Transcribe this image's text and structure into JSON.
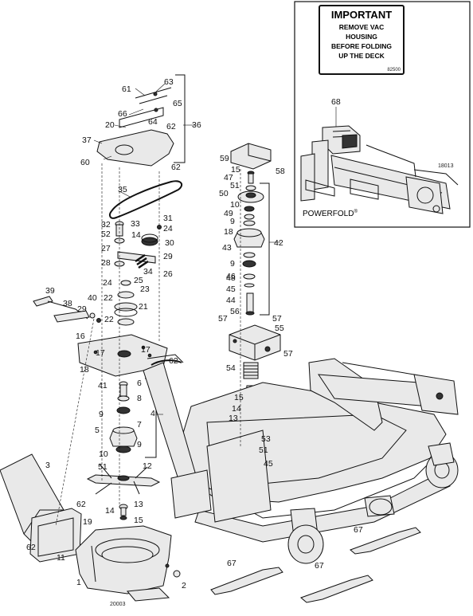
{
  "inset": {
    "sign_lines": [
      "IMPORTANT",
      "REMOVE VAC",
      "HOUSING",
      "BEFORE FOLDING",
      "UP THE DECK"
    ],
    "sign_code": "82500",
    "callout": "68",
    "ref_number": "18013",
    "brand": "POWERFOLD",
    "brand_mark": "®"
  },
  "drawing_number": "20003",
  "callouts": [
    {
      "id": "61",
      "text": "61"
    },
    {
      "id": "63",
      "text": "63"
    },
    {
      "id": "65",
      "text": "65"
    },
    {
      "id": "66",
      "text": "66"
    },
    {
      "id": "64",
      "text": "64"
    },
    {
      "id": "20",
      "text": "20"
    },
    {
      "id": "62a",
      "text": "62"
    },
    {
      "id": "36",
      "text": "36"
    },
    {
      "id": "37",
      "text": "37"
    },
    {
      "id": "60",
      "text": "60"
    },
    {
      "id": "62b",
      "text": "62"
    },
    {
      "id": "35",
      "text": "35"
    },
    {
      "id": "32",
      "text": "32"
    },
    {
      "id": "33",
      "text": "33"
    },
    {
      "id": "31",
      "text": "31"
    },
    {
      "id": "52",
      "text": "52"
    },
    {
      "id": "14a",
      "text": "14"
    },
    {
      "id": "24a",
      "text": "24"
    },
    {
      "id": "30",
      "text": "30"
    },
    {
      "id": "27",
      "text": "27"
    },
    {
      "id": "29a",
      "text": "29"
    },
    {
      "id": "28",
      "text": "28"
    },
    {
      "id": "34",
      "text": "34"
    },
    {
      "id": "26",
      "text": "26"
    },
    {
      "id": "24b",
      "text": "24"
    },
    {
      "id": "25",
      "text": "25"
    },
    {
      "id": "23",
      "text": "23"
    },
    {
      "id": "39",
      "text": "39"
    },
    {
      "id": "22a",
      "text": "22"
    },
    {
      "id": "40",
      "text": "40"
    },
    {
      "id": "38",
      "text": "38"
    },
    {
      "id": "21",
      "text": "21"
    },
    {
      "id": "29b",
      "text": "29"
    },
    {
      "id": "22b",
      "text": "22"
    },
    {
      "id": "16",
      "text": "16"
    },
    {
      "id": "17a",
      "text": "17"
    },
    {
      "id": "17b",
      "text": "17"
    },
    {
      "id": "62c",
      "text": "62"
    },
    {
      "id": "18",
      "text": "18"
    },
    {
      "id": "41",
      "text": "41"
    },
    {
      "id": "6",
      "text": "6"
    },
    {
      "id": "8",
      "text": "8"
    },
    {
      "id": "9a",
      "text": "9"
    },
    {
      "id": "7",
      "text": "7"
    },
    {
      "id": "4",
      "text": "4"
    },
    {
      "id": "5",
      "text": "5"
    },
    {
      "id": "9b",
      "text": "9"
    },
    {
      "id": "10a",
      "text": "10"
    },
    {
      "id": "51a",
      "text": "51"
    },
    {
      "id": "12",
      "text": "12"
    },
    {
      "id": "3",
      "text": "3"
    },
    {
      "id": "62d",
      "text": "62"
    },
    {
      "id": "14b",
      "text": "14"
    },
    {
      "id": "13a",
      "text": "13"
    },
    {
      "id": "15a",
      "text": "15"
    },
    {
      "id": "19",
      "text": "19"
    },
    {
      "id": "62e",
      "text": "62"
    },
    {
      "id": "11",
      "text": "11"
    },
    {
      "id": "1",
      "text": "1"
    },
    {
      "id": "2",
      "text": "2"
    },
    {
      "id": "59",
      "text": "59"
    },
    {
      "id": "58",
      "text": "58"
    },
    {
      "id": "15b",
      "text": "15"
    },
    {
      "id": "47",
      "text": "47"
    },
    {
      "id": "51b",
      "text": "51"
    },
    {
      "id": "50",
      "text": "50"
    },
    {
      "id": "10b",
      "text": "10"
    },
    {
      "id": "49",
      "text": "49"
    },
    {
      "id": "9c",
      "text": "9"
    },
    {
      "id": "18b",
      "text": "18"
    },
    {
      "id": "42",
      "text": "42"
    },
    {
      "id": "43",
      "text": "43"
    },
    {
      "id": "9d",
      "text": "9"
    },
    {
      "id": "48",
      "text": "48"
    },
    {
      "id": "46",
      "text": "46"
    },
    {
      "id": "45a",
      "text": "45"
    },
    {
      "id": "44",
      "text": "44"
    },
    {
      "id": "56",
      "text": "56"
    },
    {
      "id": "57a",
      "text": "57"
    },
    {
      "id": "57b",
      "text": "57"
    },
    {
      "id": "55",
      "text": "55"
    },
    {
      "id": "57c",
      "text": "57"
    },
    {
      "id": "54",
      "text": "54"
    },
    {
      "id": "15c",
      "text": "15"
    },
    {
      "id": "14c",
      "text": "14"
    },
    {
      "id": "13b",
      "text": "13"
    },
    {
      "id": "53",
      "text": "53"
    },
    {
      "id": "51c",
      "text": "51"
    },
    {
      "id": "45b",
      "text": "45"
    },
    {
      "id": "67a",
      "text": "67"
    },
    {
      "id": "67b",
      "text": "67"
    },
    {
      "id": "67c",
      "text": "67"
    }
  ]
}
